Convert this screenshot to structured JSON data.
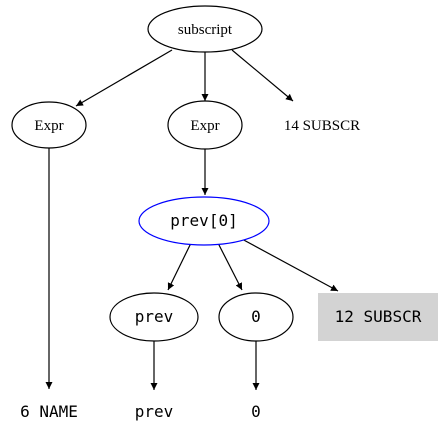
{
  "diagram": {
    "colors": {
      "line": "#000000",
      "highlight": "#0000ff",
      "box_fill": "#d3d3d3",
      "background": "#ffffff"
    },
    "nodes": {
      "root": "subscript",
      "expr_left": "Expr",
      "expr_mid": "Expr",
      "subscr_14": "14 SUBSCR",
      "prev_sub": "prev[0]",
      "prev_node": "prev",
      "zero_node": "0",
      "subscr_12": "12 SUBSCR",
      "name_6": "6 NAME",
      "prev_leaf": "prev",
      "zero_leaf": "0"
    }
  }
}
